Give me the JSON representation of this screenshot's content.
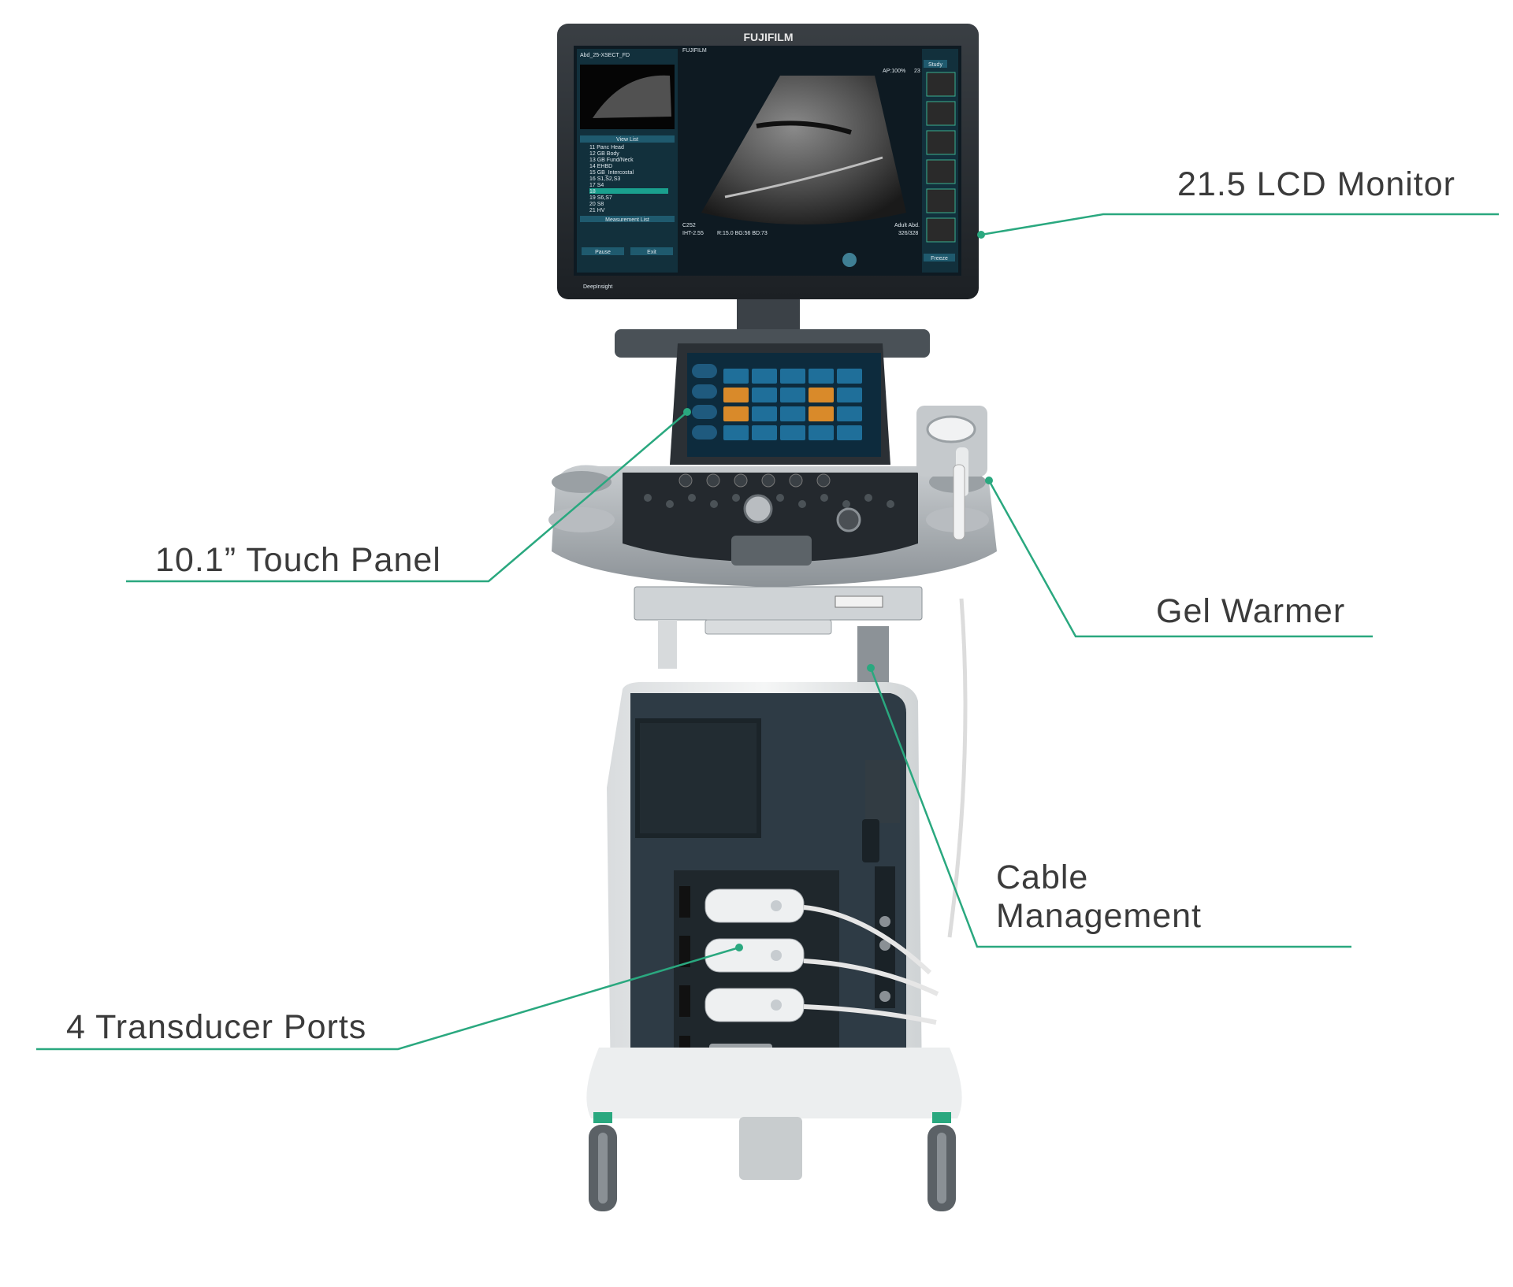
{
  "callouts": {
    "monitor": "21.5 LCD Monitor",
    "touch_panel": "10.1” Touch Panel",
    "gel_warmer": "Gel Warmer",
    "cable_management_line1": "Cable",
    "cable_management_line2": "Management",
    "transducer_ports": "4 Transducer Ports"
  },
  "monitor_screen": {
    "brand": "FUJIFILM",
    "header_small": "FUJIFILM",
    "patient_id": "Abd_25-XSECT_FD",
    "ap_readout": "AP:100%",
    "fps_readout": "23 FPS",
    "study_button": "Study",
    "view_list_title": "View List",
    "view_list_items": [
      "11  Panc Head",
      "12  GB Body",
      "13  GB Fund/Neck",
      "14  EHBD",
      "15  GB_Intercostal",
      "16  S1,S2,S3",
      "17  S4",
      "18",
      "19  S6,S7",
      "20  S8",
      "21  HV"
    ],
    "measurement_list": "Measurement List",
    "pause_button": "Pause",
    "exit_button": "Exit",
    "probe_name": "C252",
    "params": "R:15.0  BG:56  BD:73",
    "thi": "IHT-2.55",
    "preset": "Adult Abd.",
    "frame_count": "326/328",
    "freeze_button": "Freeze",
    "bezel_logo": "DeepInsight"
  },
  "colors": {
    "callout_line": "#2aa87f",
    "callout_text": "#3b3b3b",
    "screen_bg": "#0e1a22",
    "screen_panel": "#1d4a5a",
    "touch_orange": "#d98a2a",
    "touch_blue": "#1f6f9a",
    "cart_dark": "#2e3b45",
    "cart_white": "#e9ebec",
    "wheel_green": "#2aa87f"
  }
}
